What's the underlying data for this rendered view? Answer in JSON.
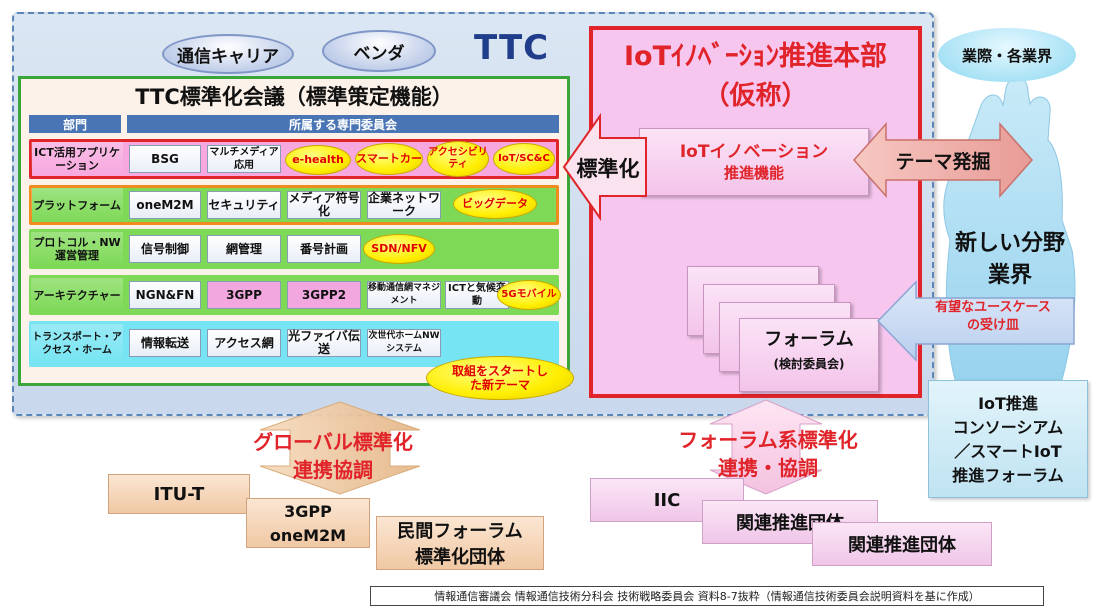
{
  "ttc": {
    "title": "TTC",
    "ovals": [
      "通信キャリア",
      "ベンダ"
    ]
  },
  "council": {
    "title": "TTC標準化会議（標準策定機能）",
    "col_dept": "部門",
    "col_committees": "所属する専門委員会",
    "rows": [
      {
        "label": "ICT活用アプリケーション",
        "cells": [
          "BSG",
          "マルチメディア応用"
        ],
        "circles": [
          "e-health",
          "スマートカー",
          "アクセシビリティ",
          "IoT/SC&C"
        ]
      },
      {
        "label": "プラットフォーム",
        "cells": [
          "oneM2M",
          "セキュリティ",
          "メディア符号化",
          "企業ネットワーク"
        ],
        "circles": [
          "ビッグデータ"
        ]
      },
      {
        "label": "プロトコル・NW運営管理",
        "cells": [
          "信号制御",
          "網管理",
          "番号計画"
        ],
        "circles": [
          "SDN/NFV"
        ]
      },
      {
        "label": "アーキテクチャー",
        "cells": [
          "NGN&FN",
          "3GPP",
          "3GPP2",
          "移動通信網マネジメント",
          "ICTと気候変動"
        ],
        "circles": [
          "5Gモバイル"
        ]
      },
      {
        "label": "トランスポート・アクセス・ホーム",
        "cells": [
          "情報転送",
          "アクセス網",
          "光ファイバ伝送",
          "次世代ホームNWシステム"
        ],
        "circles": []
      }
    ],
    "new_theme": "取組をスタートした新テーマ"
  },
  "iot": {
    "title_line1": "IoTｲﾉﾍﾞｰｼｮﾝ推進本部",
    "title_line2": "（仮称）",
    "func_line1": "IoTイノベーション",
    "func_line2": "推進機能",
    "forum_line1": "フォーラム",
    "forum_line2": "(検討委員会)"
  },
  "arrows": {
    "standardize": "標準化",
    "theme": "テーマ発掘",
    "usecase_line1": "有望なユースケース",
    "usecase_line2": "の受け皿"
  },
  "industry": {
    "bubble": "業際・各業界",
    "new_field_line1": "新しい分野",
    "new_field_line2": "業界"
  },
  "consortium": [
    "IoT推進",
    "コンソーシアム",
    "／スマートIoT",
    "推進フォーラム"
  ],
  "global": {
    "line1": "グローバル標準化",
    "line2": "連携協調",
    "bodies": [
      "ITU-T",
      "3GPP",
      "oneM2M",
      "民間フォーラム",
      "標準化団体"
    ]
  },
  "forum_std": {
    "line1": "フォーラム系標準化",
    "line2": "連携・協調",
    "bodies": [
      "IIC",
      "関連推進団体",
      "関連推進団体"
    ]
  },
  "source_note": "情報通信審議会 情報通信技術分科会 技術戦略委員会 資料8-7抜粋（情報通信技術委員会説明資料を基に作成）",
  "colors": {
    "row_pink": "#f7a8de",
    "row_green": "#7ed957",
    "row_cyan": "#76e4f2",
    "accent_red": "#e0242a",
    "ttc_blue": "#1f3d8a"
  }
}
